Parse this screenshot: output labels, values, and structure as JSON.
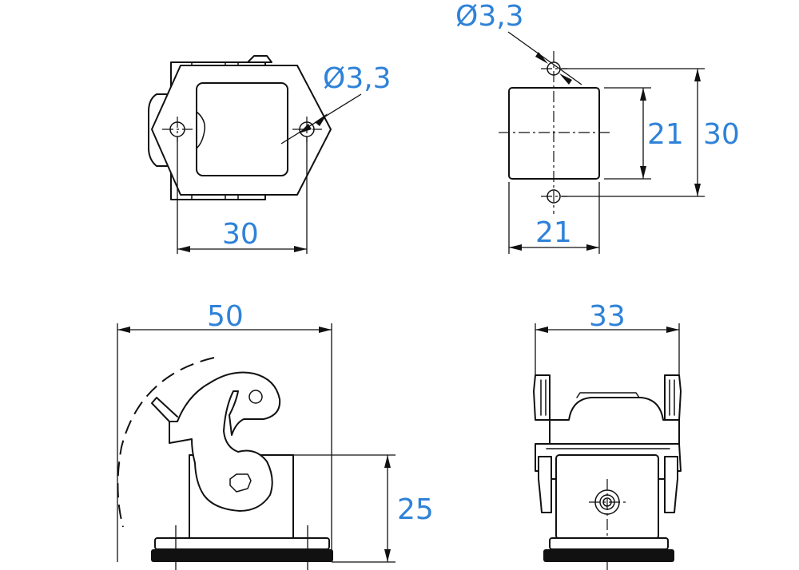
{
  "dimensions": {
    "top_view_hole_diameter": "Ø3,3",
    "top_view_width": "30",
    "pattern_hole_diameter": "Ø3,3",
    "pattern_height_inner": "21",
    "pattern_height_outer": "30",
    "pattern_width": "21",
    "side_view_width": "50",
    "side_view_height": "25",
    "front_view_width": "33"
  },
  "colors": {
    "dimension_text": "#2f82d8",
    "outline": "#111111",
    "background": "#ffffff"
  }
}
